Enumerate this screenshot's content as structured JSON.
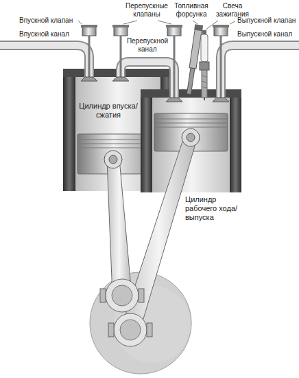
{
  "diagram": {
    "labels": [
      "Перепускные клапаны",
      "Топливная форсунка",
      "Свеча зажигания",
      "Впускной клапан",
      "Выпускной клапан",
      "Впускной канал",
      "Перепускной канал",
      "Выпускной канал",
      "Цилиндр впуска/сжатия",
      "Цилиндр рабочего хода/выпуска"
    ]
  }
}
